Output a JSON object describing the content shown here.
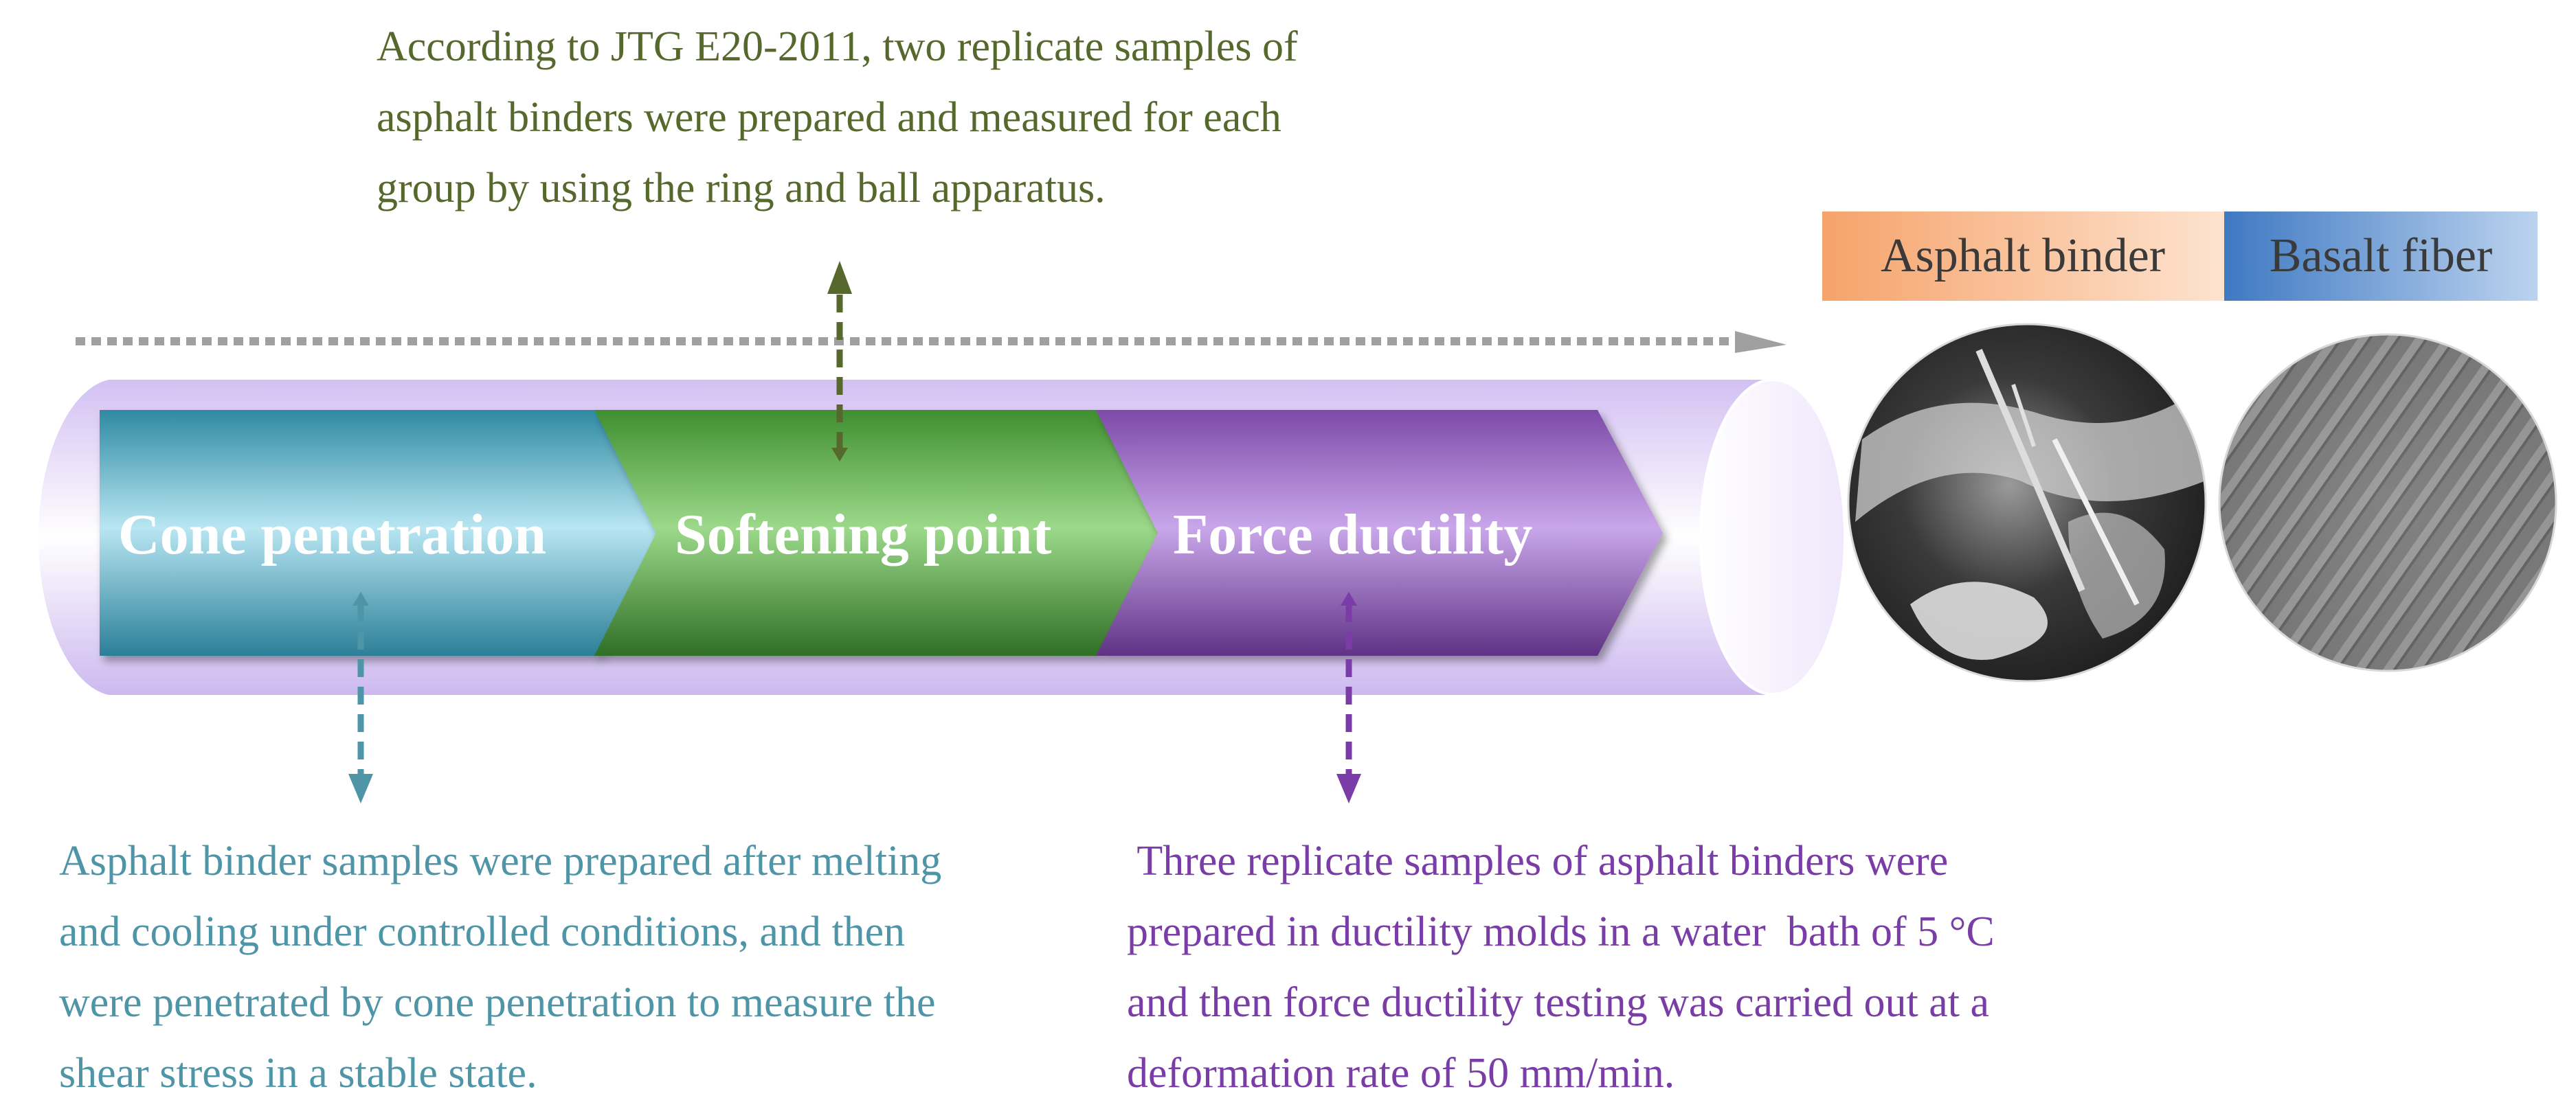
{
  "steps": [
    {
      "label": "Cone penetration",
      "color": "#3d93a8"
    },
    {
      "label": "Softening point",
      "color": "#4a9e3b"
    },
    {
      "label": "Force ductility",
      "color": "#8a5bb8"
    }
  ],
  "notes": {
    "softening": {
      "lines": [
        "According to JTG E20-2011, two replicate samples of",
        "asphalt binders were prepared and measured for each",
        "group by using the ring and ball apparatus."
      ],
      "color": "#56682b"
    },
    "cone": {
      "lines": [
        "Asphalt binder samples were prepared after melting",
        "and cooling under controlled conditions, and then",
        "were penetrated by cone penetration to measure the",
        "shear stress in a stable state."
      ],
      "color": "#4e95a8"
    },
    "force": {
      "lines": [
        " Three replicate samples of asphalt binders were",
        "prepared in ductility molds in a water  bath of 5 °C",
        "and then force ductility testing was carried out at a",
        "deformation rate of 50 mm/min."
      ],
      "color": "#7a3ca6"
    }
  },
  "materials": {
    "asphalt_label": "Asphalt binder",
    "fiber_label": "Basalt fiber",
    "asphalt_color": "#f5a36a",
    "fiber_color": "#4f86c8"
  },
  "colors": {
    "tube": "#d7c6f2",
    "arrow_gray": "#a0a0a0"
  }
}
